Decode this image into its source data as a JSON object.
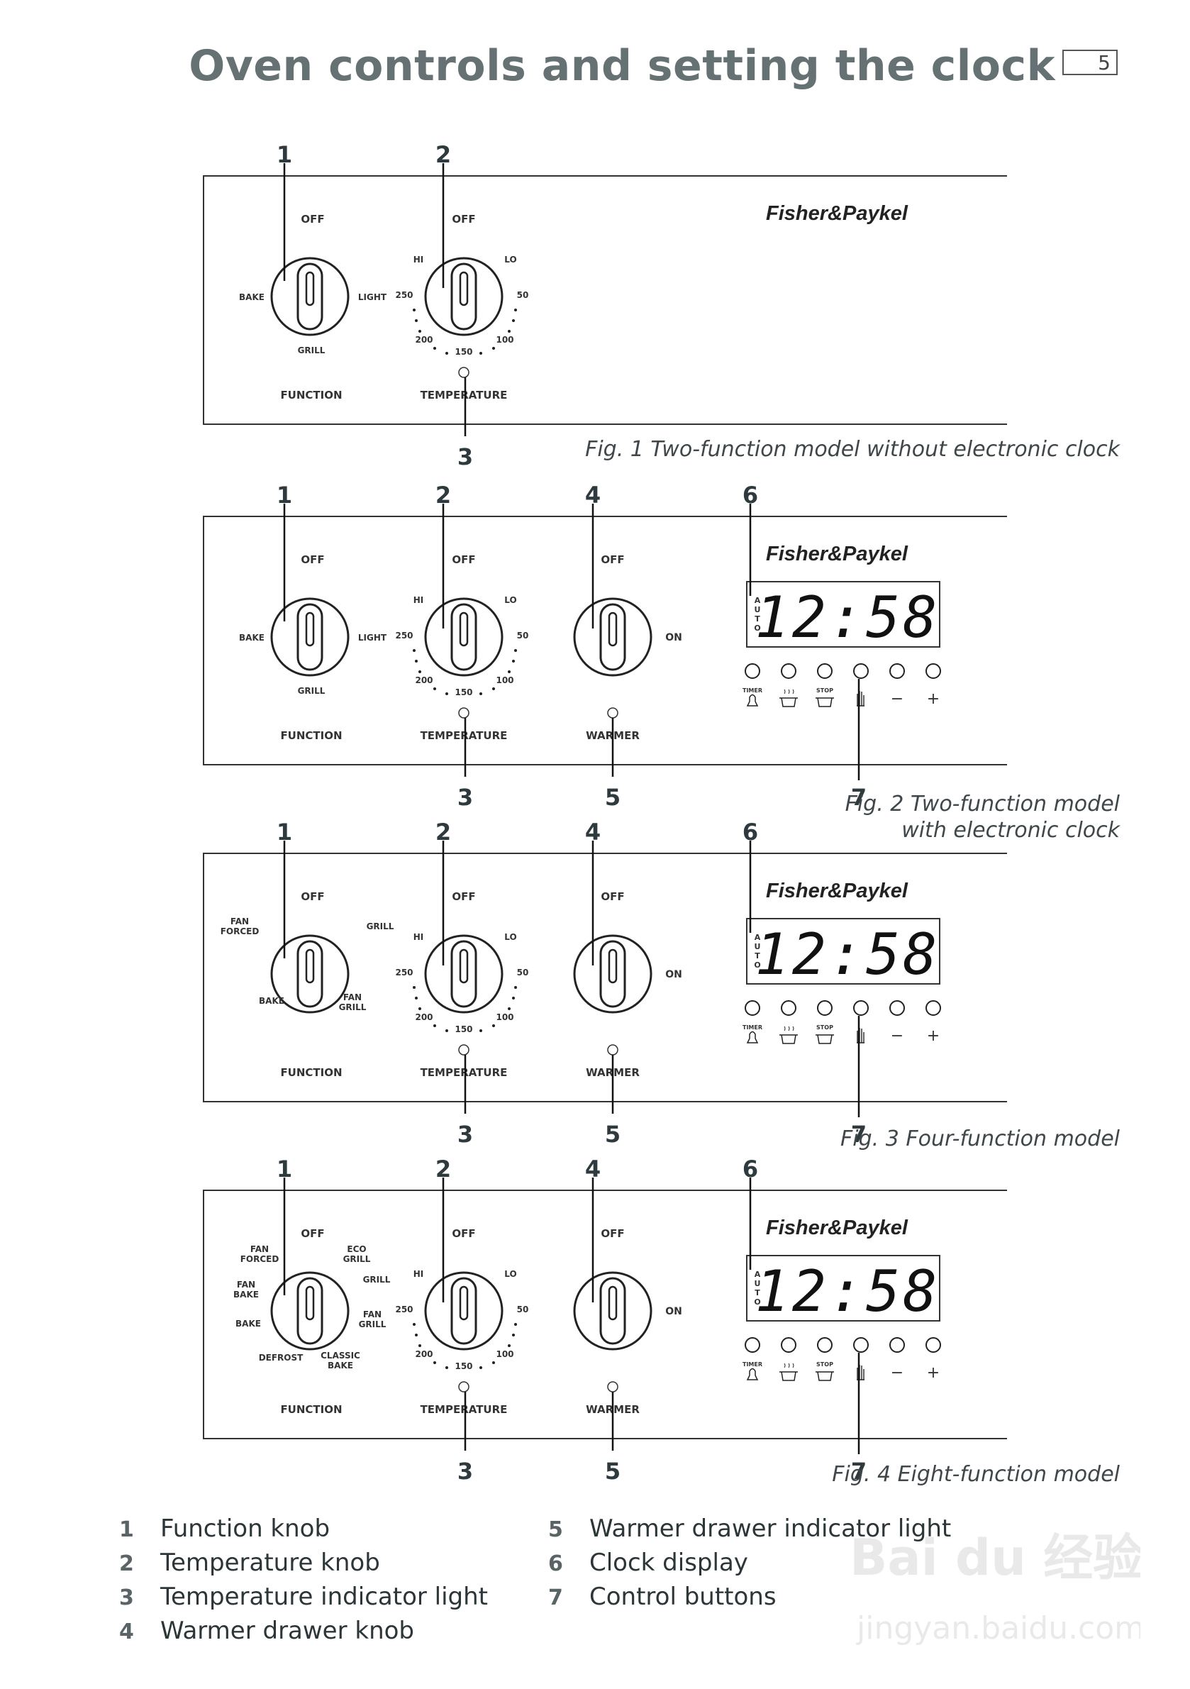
{
  "header": {
    "title": "Oven controls and setting the clock",
    "page_number": "5"
  },
  "figures": [
    {
      "variant": "two_function_no_clock",
      "caption": [
        "Fig. 1 Two-function model without electronic clock"
      ],
      "callouts": [
        "1",
        "2",
        "3"
      ],
      "brand": "Fisher&Paykel",
      "function_knob": {
        "off": "OFF",
        "labels": [
          "BAKE",
          "LIGHT",
          "GRILL"
        ],
        "name": "FUNCTION"
      },
      "temperature_knob": {
        "off": "OFF",
        "hi": "HI",
        "lo": "LO",
        "scale": [
          "250",
          "200",
          "150",
          "100",
          "50"
        ],
        "name": "TEMPERATURE"
      }
    },
    {
      "variant": "two_function_clock",
      "caption": [
        "Fig. 2 Two-function model",
        "with electronic clock"
      ],
      "callouts": [
        "1",
        "2",
        "4",
        "6",
        "3",
        "5",
        "7"
      ],
      "brand": "Fisher&Paykel",
      "function_knob": {
        "off": "OFF",
        "labels": [
          "BAKE",
          "LIGHT",
          "GRILL"
        ],
        "name": "FUNCTION"
      },
      "temperature_knob": {
        "off": "OFF",
        "hi": "HI",
        "lo": "LO",
        "scale": [
          "250",
          "200",
          "150",
          "100",
          "50"
        ],
        "name": "TEMPERATURE"
      },
      "warmer_knob": {
        "off": "OFF",
        "on": "ON",
        "name": "WARMER"
      },
      "clock": {
        "time": "12:58",
        "auto": "AUTO"
      },
      "buttons": [
        "TIMER",
        "",
        "STOP",
        "",
        "−",
        "+"
      ]
    },
    {
      "variant": "four_function",
      "caption": [
        "Fig. 3 Four-function model"
      ],
      "callouts": [
        "1",
        "2",
        "4",
        "6",
        "3",
        "5",
        "7"
      ],
      "brand": "Fisher&Paykel",
      "function_knob": {
        "off": "OFF",
        "labels": [
          "FAN FORCED",
          "GRILL",
          "BAKE",
          "FAN GRILL"
        ],
        "name": "FUNCTION"
      },
      "temperature_knob": {
        "off": "OFF",
        "hi": "HI",
        "lo": "LO",
        "scale": [
          "250",
          "200",
          "150",
          "100",
          "50"
        ],
        "name": "TEMPERATURE"
      },
      "warmer_knob": {
        "off": "OFF",
        "on": "ON",
        "name": "WARMER"
      },
      "clock": {
        "time": "12:58",
        "auto": "AUTO"
      },
      "buttons": [
        "TIMER",
        "",
        "STOP",
        "",
        "−",
        "+"
      ]
    },
    {
      "variant": "eight_function",
      "caption": [
        "Fig. 4 Eight-function model"
      ],
      "callouts": [
        "1",
        "2",
        "4",
        "6",
        "3",
        "5",
        "7"
      ],
      "brand": "Fisher&Paykel",
      "function_knob": {
        "off": "OFF",
        "labels": [
          "FAN FORCED",
          "ECO GRILL",
          "FAN BAKE",
          "GRILL",
          "BAKE",
          "FAN GRILL",
          "DEFROST",
          "CLASSIC BAKE"
        ],
        "name": "FUNCTION"
      },
      "temperature_knob": {
        "off": "OFF",
        "hi": "HI",
        "lo": "LO",
        "scale": [
          "250",
          "200",
          "150",
          "100",
          "50"
        ],
        "name": "TEMPERATURE"
      },
      "warmer_knob": {
        "off": "OFF",
        "on": "ON",
        "name": "WARMER"
      },
      "clock": {
        "time": "12:58",
        "auto": "AUTO"
      },
      "buttons": [
        "TIMER",
        "",
        "STOP",
        "",
        "−",
        "+"
      ]
    }
  ],
  "legend": [
    {
      "num": "1",
      "text": "Function knob"
    },
    {
      "num": "2",
      "text": "Temperature knob"
    },
    {
      "num": "3",
      "text": "Temperature indicator light"
    },
    {
      "num": "4",
      "text": "Warmer drawer knob"
    },
    {
      "num": "5",
      "text": "Warmer drawer indicator light"
    },
    {
      "num": "6",
      "text": "Clock display"
    },
    {
      "num": "7",
      "text": "Control buttons"
    }
  ],
  "watermark": {
    "brand": "Bai du 经验",
    "url": "jingyan.baidu.com"
  }
}
